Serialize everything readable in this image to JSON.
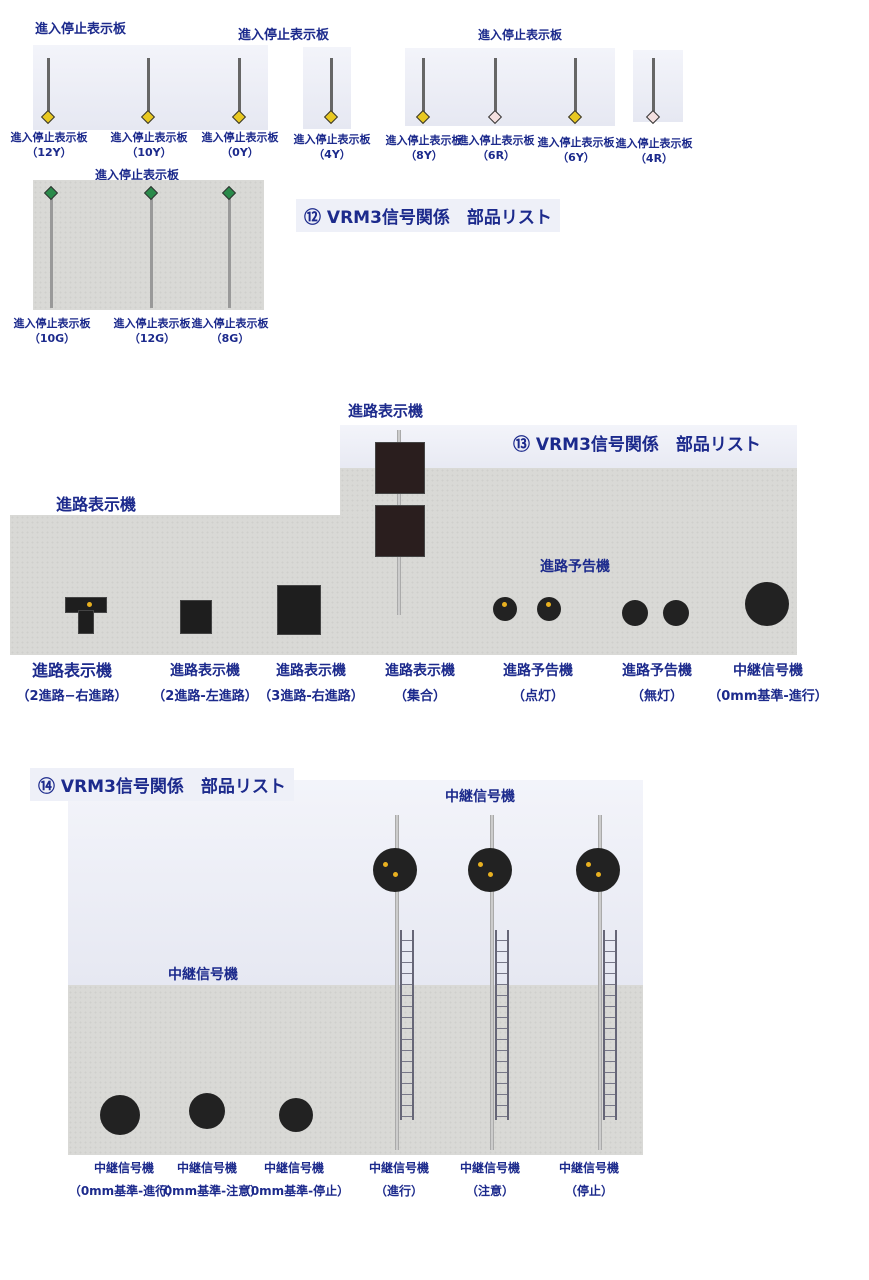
{
  "section12": {
    "title": "⑫ VRM3信号関係　部品リスト",
    "headings": [
      "進入停止表示板",
      "進入停止表示板",
      "進入停止表示板",
      "進入停止表示板"
    ],
    "items": [
      {
        "name": "進入停止表示板",
        "variant": "（12Y）",
        "sign": "12",
        "color": "#e8c820"
      },
      {
        "name": "進入停止表示板",
        "variant": "（10Y）",
        "sign": "10",
        "color": "#e8c820"
      },
      {
        "name": "進入停止表示板",
        "variant": "（0Y）",
        "sign": "0",
        "color": "#e8c820"
      },
      {
        "name": "進入停止表示板",
        "variant": "（4Y）",
        "sign": "4",
        "color": "#e8c820"
      },
      {
        "name": "進入停止表示板",
        "variant": "（8Y）",
        "sign": "8",
        "color": "#e8c820"
      },
      {
        "name": "進入停止表示板",
        "variant": "（6R）",
        "sign": "6",
        "color": "#f4e0e0"
      },
      {
        "name": "進入停止表示板",
        "variant": "（6Y）",
        "sign": "6",
        "color": "#e8c820"
      },
      {
        "name": "進入停止表示板",
        "variant": "（4R）",
        "sign": "4",
        "color": "#f4e0e0"
      },
      {
        "name": "進入停止表示板",
        "variant": "（10G）",
        "sign": "10",
        "color": "#2a8a4a"
      },
      {
        "name": "進入停止表示板",
        "variant": "（12G）",
        "sign": "12",
        "color": "#2a8a4a"
      },
      {
        "name": "進入停止表示板",
        "variant": "（8G）",
        "sign": "8",
        "color": "#2a8a4a"
      }
    ]
  },
  "section13": {
    "title": "⑬ VRM3信号関係　部品リスト",
    "headings": [
      "進路表示機",
      "進路表示機",
      "進路予告機"
    ],
    "items": [
      {
        "name": "進路表示機",
        "variant": "（2進路−右進路）"
      },
      {
        "name": "進路表示機",
        "variant": "（2進路-左進路）"
      },
      {
        "name": "進路表示機",
        "variant": "（3進路-右進路）"
      },
      {
        "name": "進路表示機",
        "variant": "（集合）"
      },
      {
        "name": "進路予告機",
        "variant": "（点灯）"
      },
      {
        "name": "進路予告機",
        "variant": "（無灯）"
      },
      {
        "name": "中継信号機",
        "variant": "（0mm基準-進行）"
      }
    ]
  },
  "section14": {
    "title": "⑭ VRM3信号関係　部品リスト",
    "headings": [
      "中継信号機",
      "中継信号機"
    ],
    "items": [
      {
        "name": "中継信号機",
        "variant": "（0mm基準-進行）"
      },
      {
        "name": "中継信号機",
        "variant": "（0mm基準-注意）"
      },
      {
        "name": "中継信号機",
        "variant": "（0mm基準-停止）"
      },
      {
        "name": "中継信号機",
        "variant": "（進行）"
      },
      {
        "name": "中継信号機",
        "variant": "（注意）"
      },
      {
        "name": "中継信号機",
        "variant": "（停止）"
      }
    ]
  },
  "colors": {
    "text": "#1c2a8c",
    "lamp": "#e8b020",
    "ground": "#d9d9d6"
  }
}
